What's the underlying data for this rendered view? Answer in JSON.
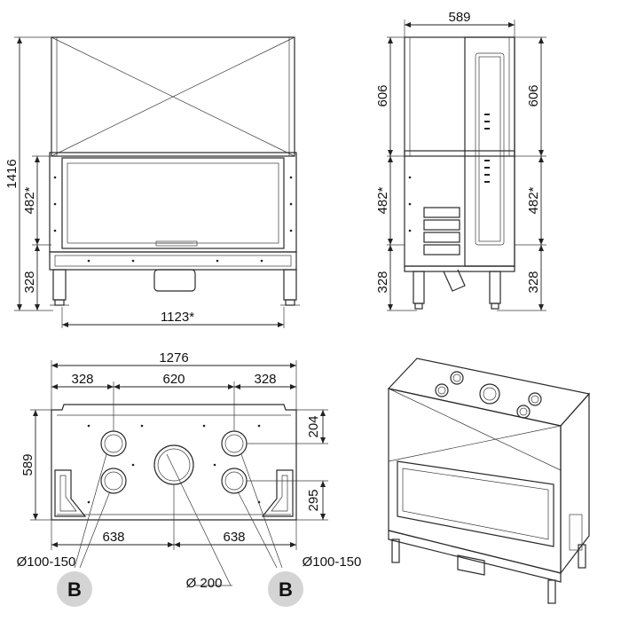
{
  "front_view": {
    "dim_height_total": "1416",
    "dim_opening_height": "482*",
    "dim_leg_height": "328",
    "dim_width": "1123*"
  },
  "side_view": {
    "dim_depth": "589",
    "dim_top_left": "606",
    "dim_top_right": "606",
    "dim_mid_left": "482*",
    "dim_mid_right": "482*",
    "dim_leg_left": "328",
    "dim_leg_right": "328"
  },
  "top_view": {
    "dim_width_total": "1276",
    "dim_left": "328",
    "dim_center": "620",
    "dim_right": "328",
    "dim_depth": "589",
    "dim_front_offset": "204",
    "dim_rear_offset": "295",
    "dim_left_center": "638",
    "dim_right_center": "638",
    "label_left_diam": "Ø100-150",
    "label_right_diam": "Ø100-150",
    "label_center_diam": "Ø 200",
    "badge_left": "B",
    "badge_right": "B"
  },
  "colors": {
    "line": "#2a2a2a",
    "badge": "#d4d4d4"
  }
}
